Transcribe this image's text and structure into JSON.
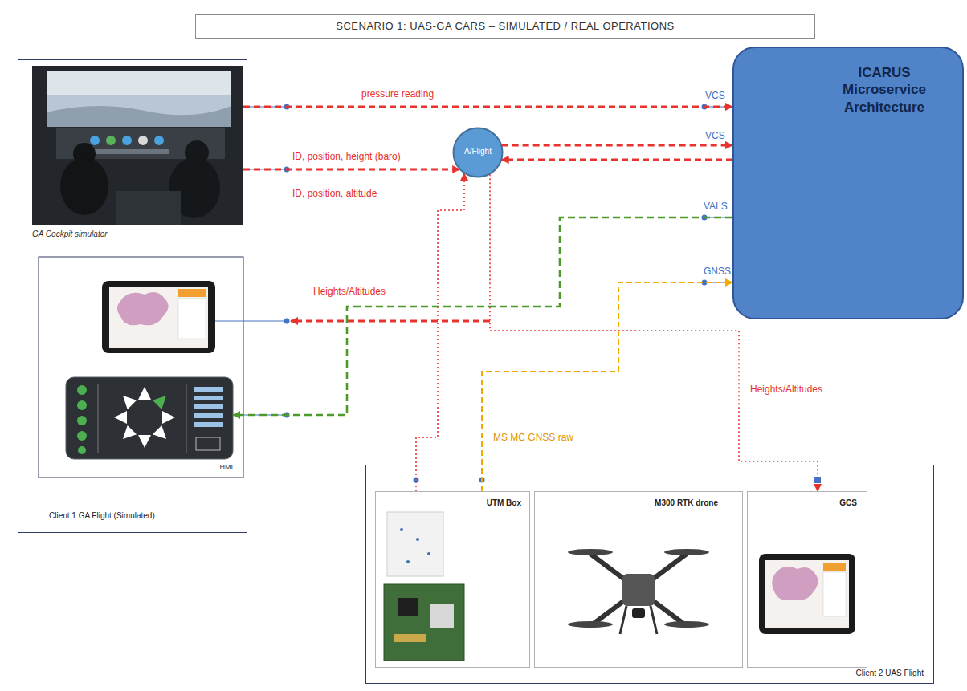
{
  "diagram": {
    "title": "SCENARIO 1: UAS-GA CARS – SIMULATED / REAL OPERATIONS",
    "nodes": [
      {
        "text": [
          "Client 1 GA Flight (Simulated)"
        ]
      },
      {
        "text": [
          "GA Cockpit simulator"
        ],
        "in": 0
      },
      {
        "text": [
          "HMI"
        ],
        "in": 0
      },
      {
        "text": [
          "A/Flight"
        ]
      },
      {
        "text": [
          "ICARUS Microservice Architecture"
        ]
      },
      {
        "text": [
          "Client 2 UAS Flight"
        ]
      },
      {
        "text": [
          "UTM Box"
        ],
        "in": 5
      },
      {
        "text": [
          "M300 RTK drone"
        ],
        "in": 5
      },
      {
        "text": [
          "GCS"
        ],
        "in": 5
      }
    ],
    "edges": [
      {
        "from": 1,
        "to": 4,
        "arrow": "to",
        "label": "pressure reading"
      },
      {
        "from": 1,
        "to": 3,
        "arrow": "to",
        "label": "ID, position, height (baro)"
      },
      {
        "from": 3,
        "to": 4,
        "arrow": "to"
      },
      {
        "from": 4,
        "to": 3,
        "arrow": "to"
      },
      {
        "from": 4,
        "to": 2,
        "arrow": "to"
      },
      {
        "from": 6,
        "to": 3,
        "arrow": "to",
        "label": "ID, position, altitude"
      },
      {
        "from": 6,
        "to": 4,
        "arrow": "to",
        "label": "MS MC GNSS raw"
      },
      {
        "from": 3,
        "to": 8,
        "arrow": "to",
        "label": "Heights/Altitudes"
      }
    ],
    "labels": [
      "VCS",
      "VCS",
      "VALS",
      "GNSS",
      "Heights/Altitudes"
    ]
  }
}
